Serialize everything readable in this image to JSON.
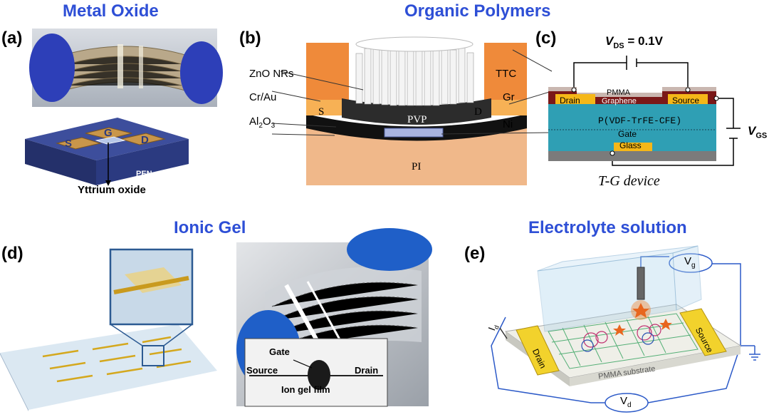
{
  "titles": {
    "metal_oxide": "Metal Oxide",
    "organic_polymers": "Organic Polymers",
    "ionic_gel": "Ionic Gel",
    "electrolyte": "Electrolyte solution"
  },
  "panel_labels": {
    "a": "(a)",
    "b": "(b)",
    "c": "(c)",
    "d": "(d)",
    "e": "(e)"
  },
  "panel_a": {
    "s": "S",
    "g": "G",
    "d": "D",
    "pen": "PEN",
    "caption": "Yttrium oxide"
  },
  "panel_b": {
    "zno": "ZnO NRs",
    "crau": "Cr/Au",
    "al2o3": "Al",
    "al2o3_sub": "2",
    "al2o3_o": "O",
    "al2o3_sub2": "3",
    "ttc": "TTC",
    "gr": "Gr",
    "ni": "Ni",
    "s": "S",
    "d": "D",
    "pvp": "PVP",
    "pi": "PI"
  },
  "panel_c": {
    "vds_v": "V",
    "vds_sub": "DS",
    "vds_val": " = 0.1V",
    "pmma": "PMMA",
    "graphene": "Graphene",
    "drain": "Drain",
    "source": "Source",
    "pvdf": "P(VDF-TrFE-CFE)",
    "gate": "Gate",
    "glass": "Glass",
    "vgs_v": "V",
    "vgs_sub": "GS",
    "device": "T-G device"
  },
  "panel_d": {
    "gate": "Gate",
    "source": "Source",
    "drain": "Drain",
    "film": "Ion gel film"
  },
  "panel_e": {
    "vg_v": "V",
    "vg_sub": "g",
    "vd_v": "V",
    "vd_sub": "d",
    "id_i": "I",
    "id_sub": "d",
    "drain": "Drain",
    "source": "Source",
    "substrate": "PMMA substrate"
  },
  "colors": {
    "title_blue": "#2e4fd6",
    "gold": "#c9a23a",
    "teal": "#2f9fb4",
    "orange": "#f08a3a"
  }
}
